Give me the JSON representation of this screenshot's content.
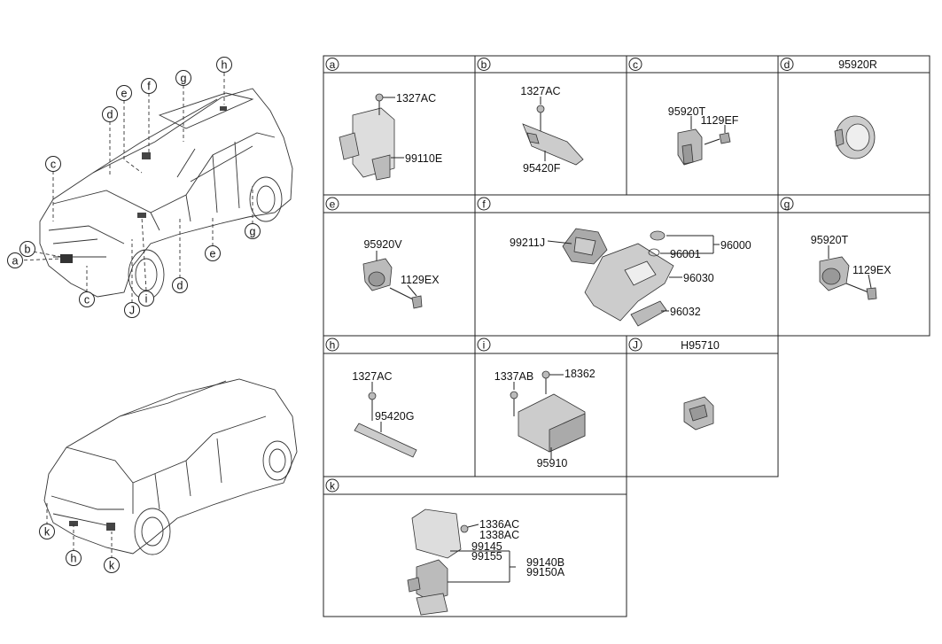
{
  "callouts": {
    "a": "a",
    "b": "b",
    "c": "c",
    "d": "d",
    "e": "e",
    "f": "f",
    "g": "g",
    "h": "h",
    "i": "i",
    "j": "J",
    "k": "k"
  },
  "panels": {
    "a": {
      "letter": "a",
      "title": "",
      "parts": [
        "1327AC",
        "99110E"
      ]
    },
    "b": {
      "letter": "b",
      "title": "",
      "parts": [
        "1327AC",
        "95420F"
      ]
    },
    "c": {
      "letter": "c",
      "title": "",
      "parts": [
        "95920T",
        "1129EF"
      ]
    },
    "d": {
      "letter": "d",
      "title": "95920R",
      "parts": []
    },
    "e": {
      "letter": "e",
      "title": "",
      "parts": [
        "95920V",
        "1129EX"
      ]
    },
    "f": {
      "letter": "f",
      "title": "",
      "parts": [
        "99211J",
        "96000",
        "96001",
        "96030",
        "96032"
      ]
    },
    "g": {
      "letter": "g",
      "title": "",
      "parts": [
        "95920T",
        "1129EX"
      ]
    },
    "h": {
      "letter": "h",
      "title": "",
      "parts": [
        "1327AC",
        "95420G"
      ]
    },
    "i": {
      "letter": "i",
      "title": "",
      "parts": [
        "1337AB",
        "18362",
        "95910"
      ]
    },
    "j": {
      "letter": "J",
      "title": "H95710",
      "parts": []
    },
    "k": {
      "letter": "k",
      "title": "",
      "parts": [
        "1336AC",
        "1338AC",
        "99145",
        "99155",
        "99140B",
        "99150A"
      ]
    }
  }
}
